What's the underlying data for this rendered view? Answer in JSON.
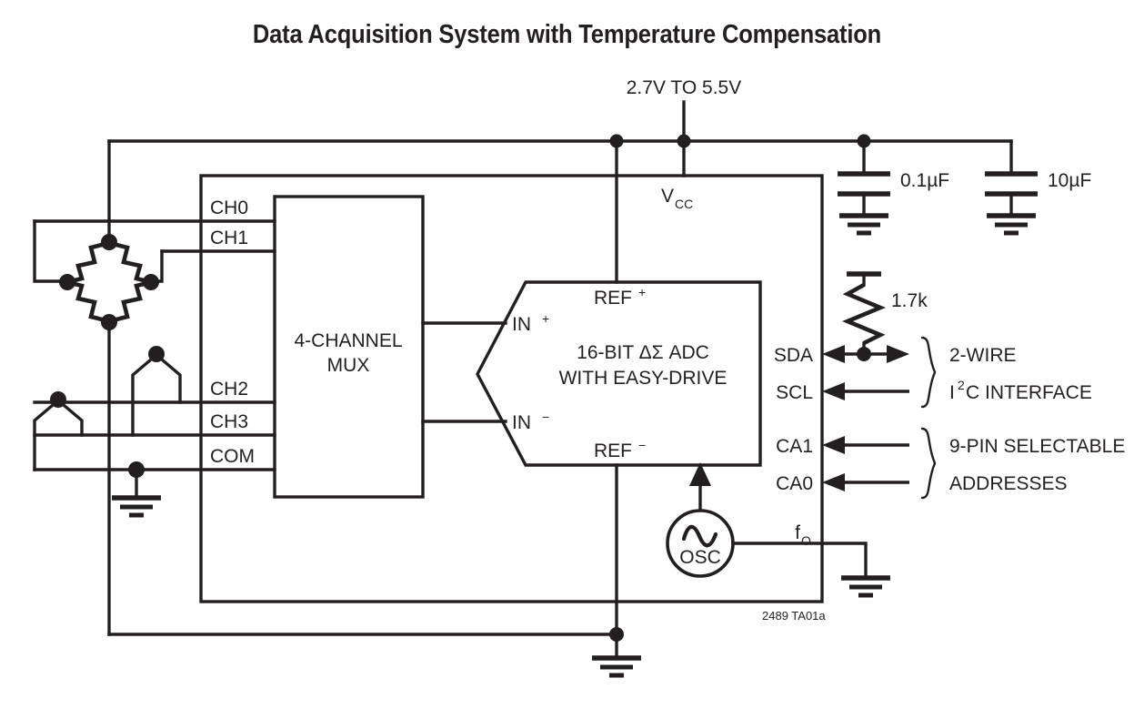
{
  "title": "Data Acquisition System with Temperature Compensation",
  "supply": {
    "label": "2.7V TO 5.5V",
    "vcc_pin": "V",
    "vcc_sub": "CC"
  },
  "capacitors": [
    {
      "name": "c1",
      "value": "0.1µF"
    },
    {
      "name": "c2",
      "value": "10µF"
    }
  ],
  "resistor": {
    "name": "pullup",
    "value": "1.7k"
  },
  "mux": {
    "line1": "4-CHANNEL",
    "line2": "MUX"
  },
  "adc": {
    "line1": "16-BIT ΔΣ ADC",
    "line2": "WITH EASY-DRIVE",
    "in_plus": "IN",
    "in_plus_sup": "+",
    "in_minus": "IN",
    "in_minus_sup": "−",
    "ref_plus": "REF",
    "ref_plus_sup": "+",
    "ref_minus": "REF",
    "ref_minus_sup": "−"
  },
  "channels": [
    {
      "name": "ch0",
      "label": "CH0"
    },
    {
      "name": "ch1",
      "label": "CH1"
    },
    {
      "name": "ch2",
      "label": "CH2"
    },
    {
      "name": "ch3",
      "label": "CH3"
    },
    {
      "name": "com",
      "label": "COM"
    }
  ],
  "pins": [
    {
      "name": "sda",
      "label": "SDA"
    },
    {
      "name": "scl",
      "label": "SCL"
    },
    {
      "name": "ca1",
      "label": "CA1"
    },
    {
      "name": "ca0",
      "label": "CA0"
    },
    {
      "name": "fo",
      "label": "f",
      "sub": "O"
    }
  ],
  "interface": {
    "two_wire": "2-WIRE",
    "i2c_pre": "I",
    "i2c_sup": "2",
    "i2c_post": "C INTERFACE",
    "address_line1": "9-PIN SELECTABLE",
    "address_line2": "ADDRESSES"
  },
  "oscillator": {
    "label": "OSC"
  },
  "caption": "2489 TA01a",
  "colors": {
    "ink": "#231f20",
    "background": "#ffffff"
  }
}
